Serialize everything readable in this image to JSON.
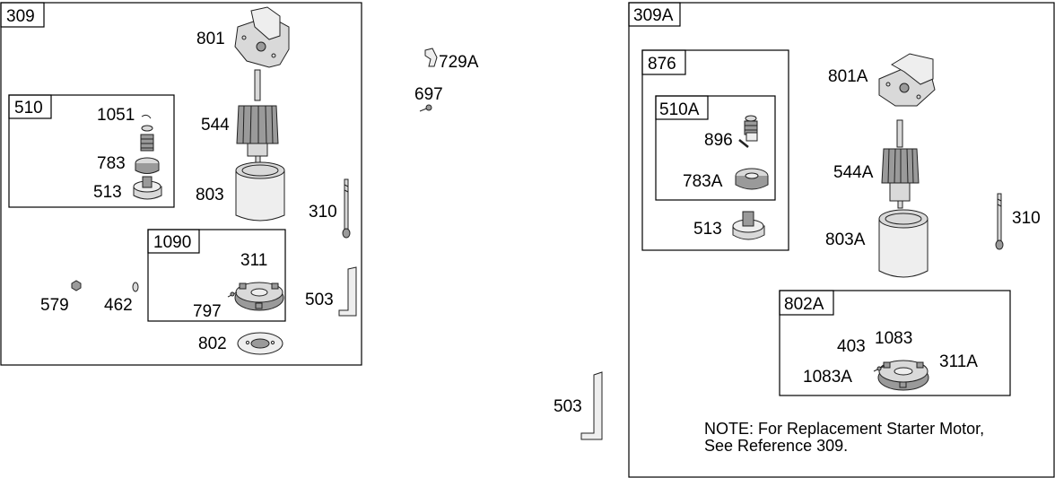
{
  "groups": {
    "g309": "309",
    "g510": "510",
    "g1090": "1090",
    "g309A": "309A",
    "g876": "876",
    "g510A": "510A",
    "g802A": "802A"
  },
  "labels": {
    "p801": "801",
    "p544": "544",
    "p803": "803",
    "p1051": "1051",
    "p783": "783",
    "p513": "513",
    "p310": "310",
    "p311": "311",
    "p797": "797",
    "p503": "503",
    "p579": "579",
    "p462": "462",
    "p802": "802",
    "p729A": "729A",
    "p697": "697",
    "p503b": "503",
    "p801A": "801A",
    "p896": "896",
    "p783A": "783A",
    "p513b": "513",
    "p544A": "544A",
    "p310b": "310",
    "p803A": "803A",
    "p403": "403",
    "p1083": "1083",
    "p311A": "311A",
    "p1083A": "1083A"
  },
  "note": {
    "line1": "NOTE: For Replacement Starter Motor,",
    "line2": "See Reference 309."
  }
}
